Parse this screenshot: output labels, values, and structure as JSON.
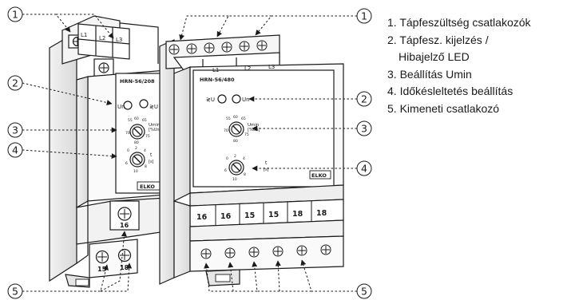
{
  "legend": {
    "items": [
      {
        "num": "1.",
        "text": "Tápfeszültség csatlakozók",
        "cont": ""
      },
      {
        "num": "2.",
        "text": "Tápfesz. kijelzés /",
        "cont": "Hibajelző LED"
      },
      {
        "num": "3.",
        "text": "Beállítás Umin",
        "cont": ""
      },
      {
        "num": "4.",
        "text": "Időkésleltetés beállítás",
        "cont": ""
      },
      {
        "num": "5.",
        "text": "Kimeneti csatlakozó",
        "cont": ""
      }
    ]
  },
  "callouts": {
    "one": "1",
    "two": "2",
    "three": "3",
    "four": "4",
    "five": "5"
  },
  "small_device": {
    "model": "HRN-56/208",
    "terminals_top": [
      "L1",
      "L2",
      "L3"
    ],
    "led_un": "Un",
    "led_fault": "≷U",
    "umin_label": "Umin",
    "umin_unit": "[%Un]",
    "umin_scale": [
      "55",
      "60",
      "65",
      "70",
      "75",
      "80"
    ],
    "time_label": "t",
    "time_unit": "[s]",
    "time_scale": [
      "0",
      "2",
      "4",
      "6",
      "8",
      "10"
    ],
    "out_top": "16",
    "out_bottom": [
      "15",
      "18"
    ],
    "brand": "ELKO"
  },
  "large_device": {
    "model": "HRN-56/480",
    "terminals_top": [
      "L1",
      "L2",
      "L3"
    ],
    "led_fault": "≷U",
    "led_un": "Un",
    "umin_label": "Umin",
    "umin_unit": "[%Un]",
    "umin_scale": [
      "55",
      "60",
      "65",
      "70",
      "75",
      "80"
    ],
    "time_label": "t",
    "time_unit": "[s]",
    "time_scale": [
      "0",
      "2",
      "4",
      "6",
      "8",
      "10"
    ],
    "terminals_bottom": [
      "16",
      "16",
      "15",
      "15",
      "18",
      "18"
    ],
    "brand": "ELKO"
  }
}
